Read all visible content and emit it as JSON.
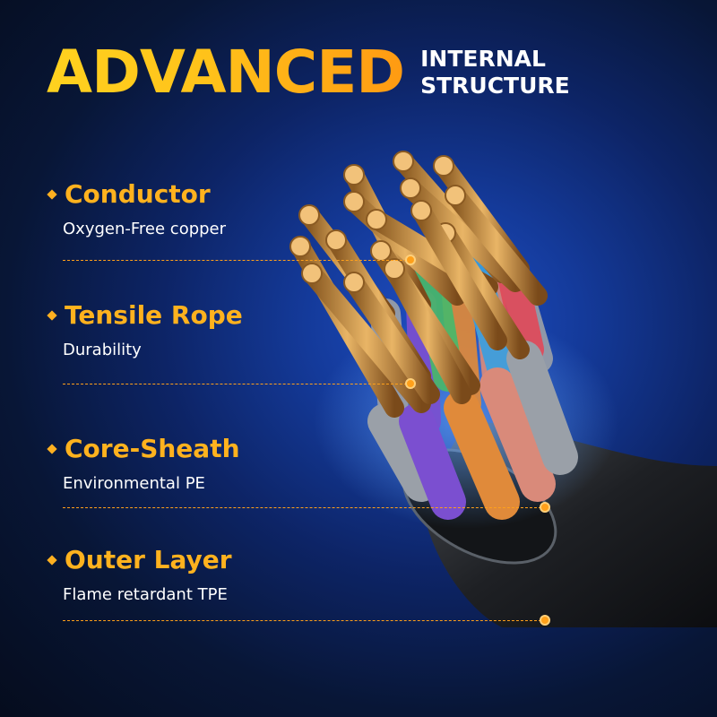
{
  "headline": {
    "main": "ADVANCED",
    "sub_line1": "INTERNAL",
    "sub_line2": "STRUCTURE"
  },
  "features": [
    {
      "title": "Conductor",
      "description": "Oxygen-Free copper"
    },
    {
      "title": "Tensile Rope",
      "description": "Durability"
    },
    {
      "title": "Core-Sheath",
      "description": "Environmental PE"
    },
    {
      "title": "Outer Layer",
      "description": "Flame retardant TPE"
    }
  ],
  "colors": {
    "accent": "#ffb21e",
    "background": "#0d2466",
    "wire_colors": [
      "#7b4fd0",
      "#e08a3a",
      "#d98a7a",
      "#9aa0a8",
      "#3aa0e0",
      "#49b86a",
      "#e2d03a",
      "#e04a5a"
    ]
  }
}
